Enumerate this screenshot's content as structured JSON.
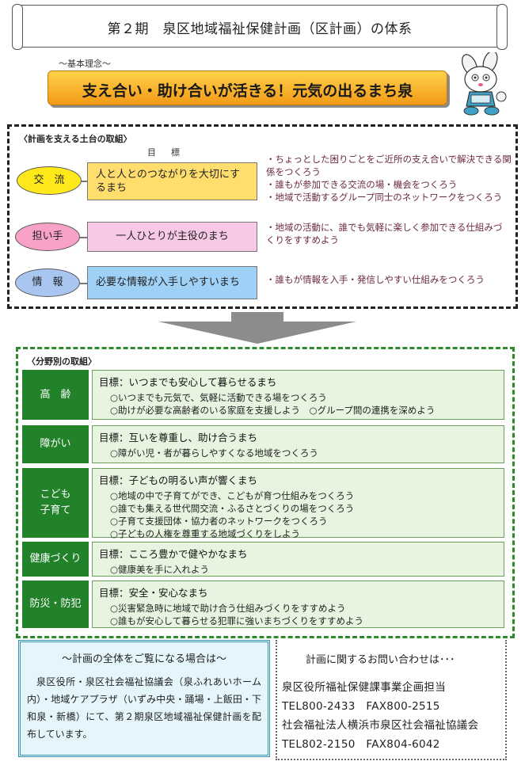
{
  "title": "第２期　泉区地域福祉保健計画（区計画）の体系",
  "principle_label": "～基本理念～",
  "principle": "支え合い・助け合いが活きる！元気の出るまち泉",
  "foundation": {
    "heading": "〈計画を支える土台の取組〉",
    "goals_header": "目　標",
    "rows": [
      {
        "label": "交　流",
        "goal": "人と人とのつながりを大切にするまち",
        "actions": [
          "・ちょっとした困りごとをご近所の支え合いで解決できる関係をつくろう",
          "・誰もが参加できる交流の場・機会をつくろう",
          "・地域で活動するグループ同士のネットワークをつくろう"
        ]
      },
      {
        "label": "担い手",
        "goal": "一人ひとりが主役のまち",
        "actions": [
          "・地域の活動に、誰でも気軽に楽しく参加できる仕組みづくりをすすめよう"
        ]
      },
      {
        "label": "情　報",
        "goal": "必要な情報が入手しやすいまち",
        "actions": [
          "・誰もが情報を入手・発信しやすい仕組みをつくろう"
        ]
      }
    ]
  },
  "fields": {
    "heading": "〈分野別の取組〉",
    "rows": [
      {
        "category": "高　齢",
        "goal": "目標：いつまでも安心して暮らせるまち",
        "items": [
          "○いつまでも元気で、気軽に活動できる場をつくろう",
          "○助けが必要な高齢者のいる家庭を支援しよう　○グループ間の連携を深めよう"
        ]
      },
      {
        "category": "障がい",
        "goal": "目標：互いを尊重し、助け合うまち",
        "items": [
          "○障がい児・者が暮らしやすくなる地域をつくろう"
        ]
      },
      {
        "category": "こども\n子育て",
        "goal": "目標：子どもの明るい声が響くまち",
        "items": [
          "○地域の中で子育てができ、こどもが育つ仕組みをつくろう",
          "○誰でも集える世代間交流・ふるさとづくりの場をつくろう",
          "○子育て支援団体・協力者のネットワークをつくろう",
          "○子どもの人権を尊重する地域づくりをしよう"
        ]
      },
      {
        "category": "健康づくり",
        "goal": "目標：こころ豊かで健やかなまち",
        "items": [
          "○健康美を手に入れよう"
        ]
      },
      {
        "category": "防災・防犯",
        "goal": "目標：安全・安心なまち",
        "items": [
          "○災害緊急時に地域で助け合う仕組みづくりをすすめよう",
          "○誰もが安心して暮らせる犯罪に強いまちづくりをすすめよう"
        ]
      }
    ]
  },
  "info": {
    "heading": "～計画の全体をご覧になる場合は～",
    "body": "泉区役所・泉区社会福祉協議会（泉ふれあいホーム内）・地域ケアプラザ（いずみ中央・踊場・上飯田・下和泉・新橋）にて、第２期泉区地域福祉保健計画を配布しています。"
  },
  "contact": {
    "heading": "計画に関するお問い合わせは･･･",
    "lines": [
      "泉区役所福祉保健課事業企画担当",
      "TEL800-2433　FAX800-2515",
      "社会福祉法人横浜市泉区社会福祉協議会",
      "TEL802-2150　FAX804-6042"
    ]
  },
  "colors": {
    "motto_fill": "#f7a91f",
    "field_border": "#2d8a2d",
    "category_fill": "#22822a",
    "action_text": "#6b2a3f"
  }
}
